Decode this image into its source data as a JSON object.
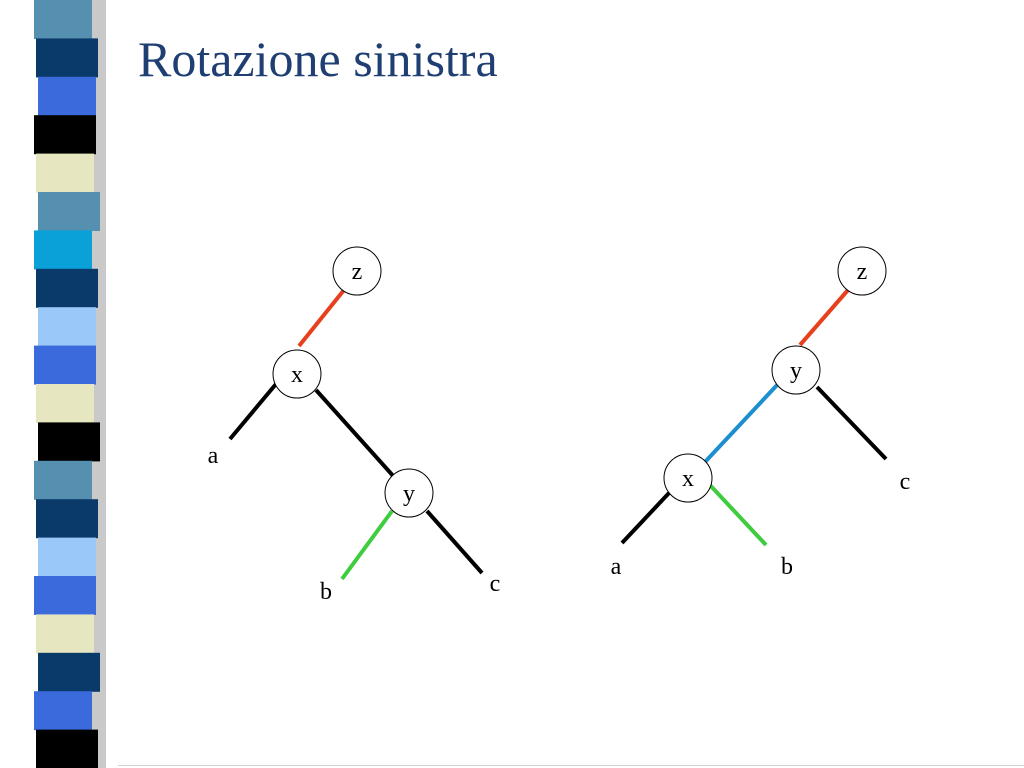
{
  "slide": {
    "title": "Rotazione sinistra",
    "title_color": "#1f3f73"
  },
  "diagrams": {
    "before": {
      "nodes": {
        "top": "z",
        "middle": "x",
        "child": "y"
      },
      "leaves": {
        "left": "a",
        "middle": "b",
        "right": "c"
      }
    },
    "after": {
      "nodes": {
        "top": "z",
        "middle": "y",
        "child": "x"
      },
      "leaves": {
        "left": "a",
        "middle": "b",
        "right": "c"
      }
    },
    "edge_colors": {
      "red": "#e8401c",
      "blue": "#1b8fcf",
      "green": "#3fcc3f",
      "black": "#000000"
    }
  },
  "decoration": {
    "stripe_colors": [
      "#5590b0",
      "#0a3a6a",
      "#3a6adc",
      "#000000",
      "#e6e6c0",
      "#5590b0",
      "#0aa0d8",
      "#0a3a6a",
      "#9ac8f8",
      "#3a6adc",
      "#e6e6c0",
      "#000000",
      "#5590b0",
      "#0a3a6a",
      "#9ac8f8",
      "#3a6adc",
      "#e6e6c0",
      "#0a3a6a",
      "#3a6adc",
      "#000000"
    ]
  }
}
